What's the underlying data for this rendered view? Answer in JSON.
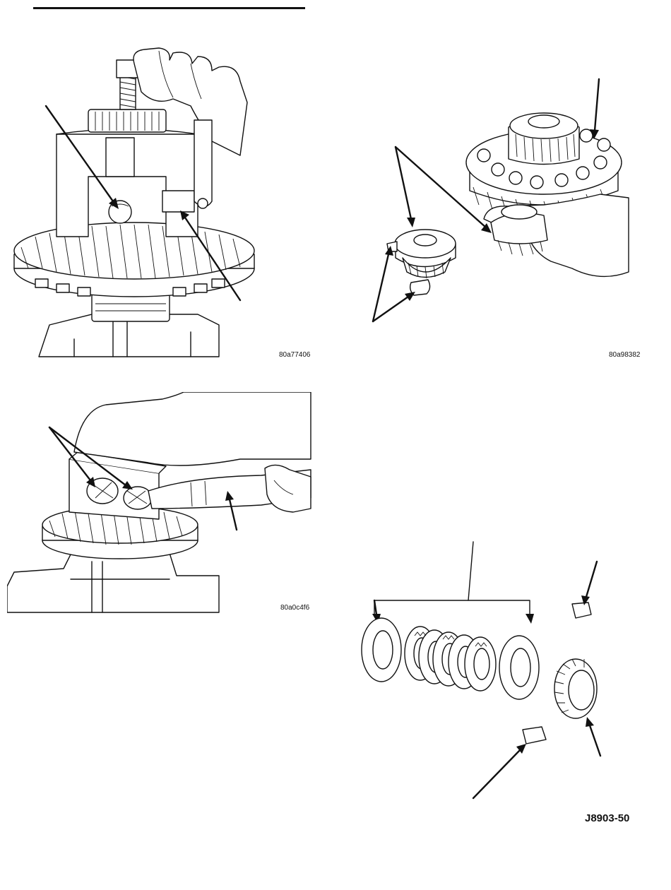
{
  "figures": {
    "fig1": {
      "code": "80a77406"
    },
    "fig2": {
      "code": "80a98382"
    },
    "fig3": {
      "code": "80a0c4f6"
    },
    "fig4": {
      "code": "J8903-50"
    }
  }
}
